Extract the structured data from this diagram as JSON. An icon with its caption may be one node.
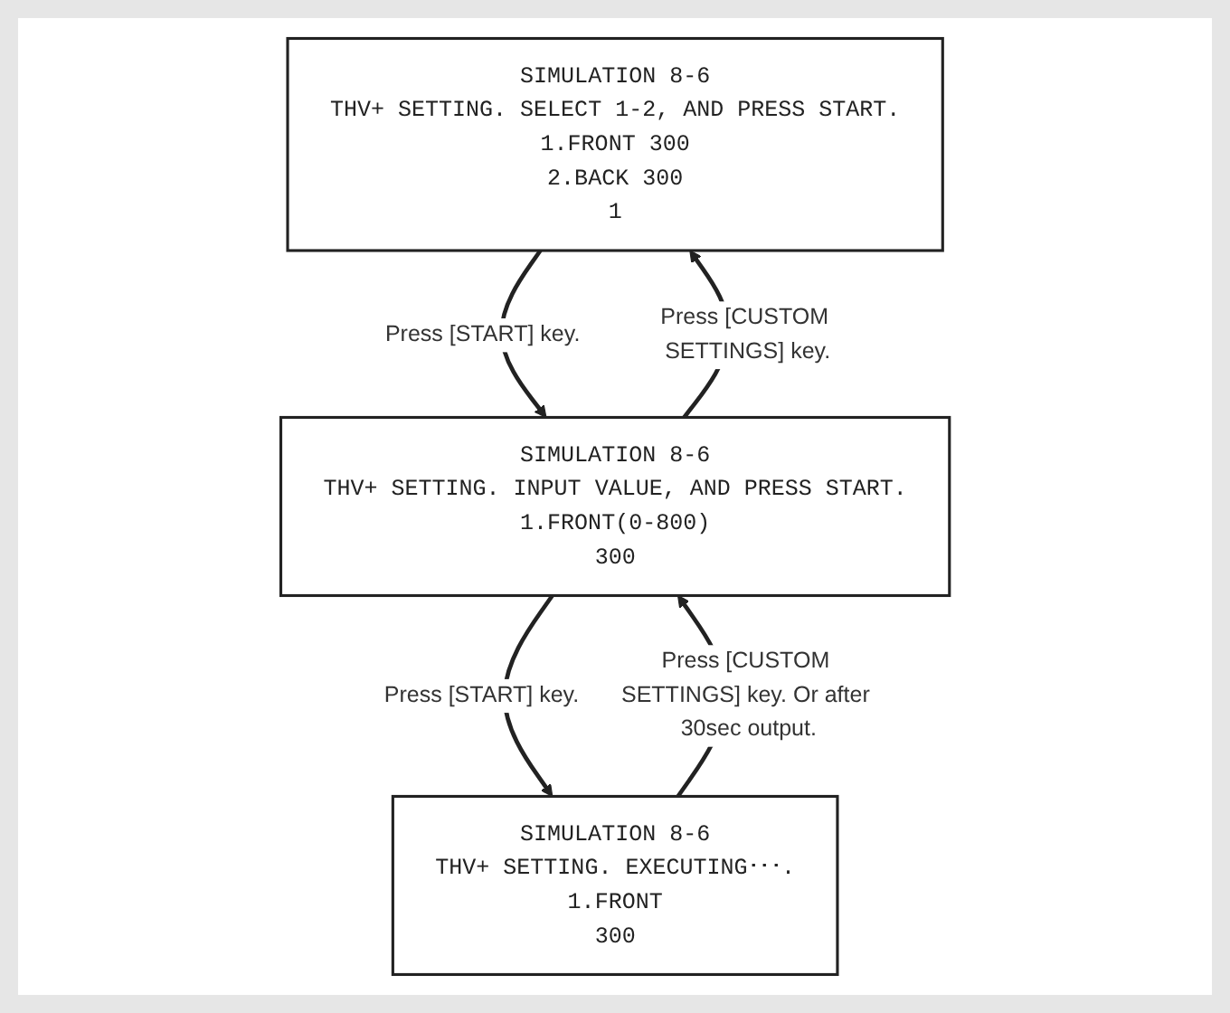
{
  "diagram": {
    "nodes": [
      {
        "text": [
          "SIMULATION 8-6",
          "THV+ SETTING. SELECT 1-2, AND PRESS START.",
          "1.FRONT 300",
          "2.BACK 300",
          "1"
        ]
      },
      {
        "text": [
          "SIMULATION 8-6",
          "THV+ SETTING. INPUT VALUE, AND PRESS START.",
          "1.FRONT(0-800)",
          "300"
        ]
      },
      {
        "text": [
          "SIMULATION 8-6",
          "THV+ SETTING. EXECUTING･･･.",
          "1.FRONT",
          "300"
        ]
      }
    ],
    "edges": [
      {
        "from": 0,
        "to": 1,
        "arrow": "to",
        "label": "Press [START] key."
      },
      {
        "from": 1,
        "to": 0,
        "arrow": "to",
        "label": "Press [CUSTOM SETTINGS] key."
      },
      {
        "from": 1,
        "to": 2,
        "arrow": "to",
        "label": "Press [START] key."
      },
      {
        "from": 2,
        "to": 1,
        "arrow": "to",
        "label": "Press [CUSTOM SETTINGS] key. Or after 30sec output."
      }
    ]
  }
}
